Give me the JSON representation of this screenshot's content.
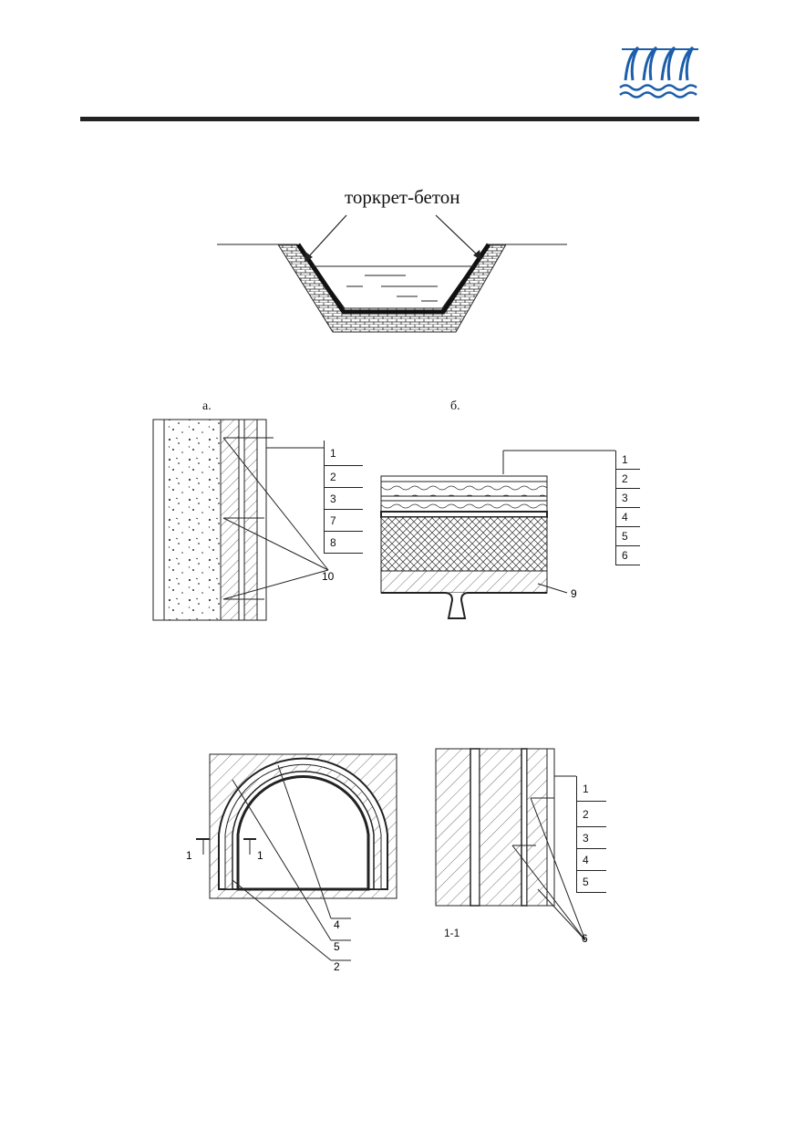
{
  "header": {
    "logo_icon": "water-waves-logo",
    "brand_color": "#1b5eab"
  },
  "fig1": {
    "label": "торкрет-бетон"
  },
  "fig2": {
    "caption_a": "а.",
    "caption_b": "б.",
    "legend_a": [
      "1",
      "2",
      "3",
      "7",
      "8"
    ],
    "callout_a": "10",
    "legend_b": [
      "1",
      "2",
      "3",
      "4",
      "5",
      "6"
    ],
    "callout_b": "9"
  },
  "fig3": {
    "section_mark": "1",
    "callouts": [
      "4",
      "5",
      "2"
    ],
    "section_caption": "1-1",
    "legend": [
      "1",
      "2",
      "3",
      "4",
      "5"
    ],
    "callout_right": "6"
  }
}
